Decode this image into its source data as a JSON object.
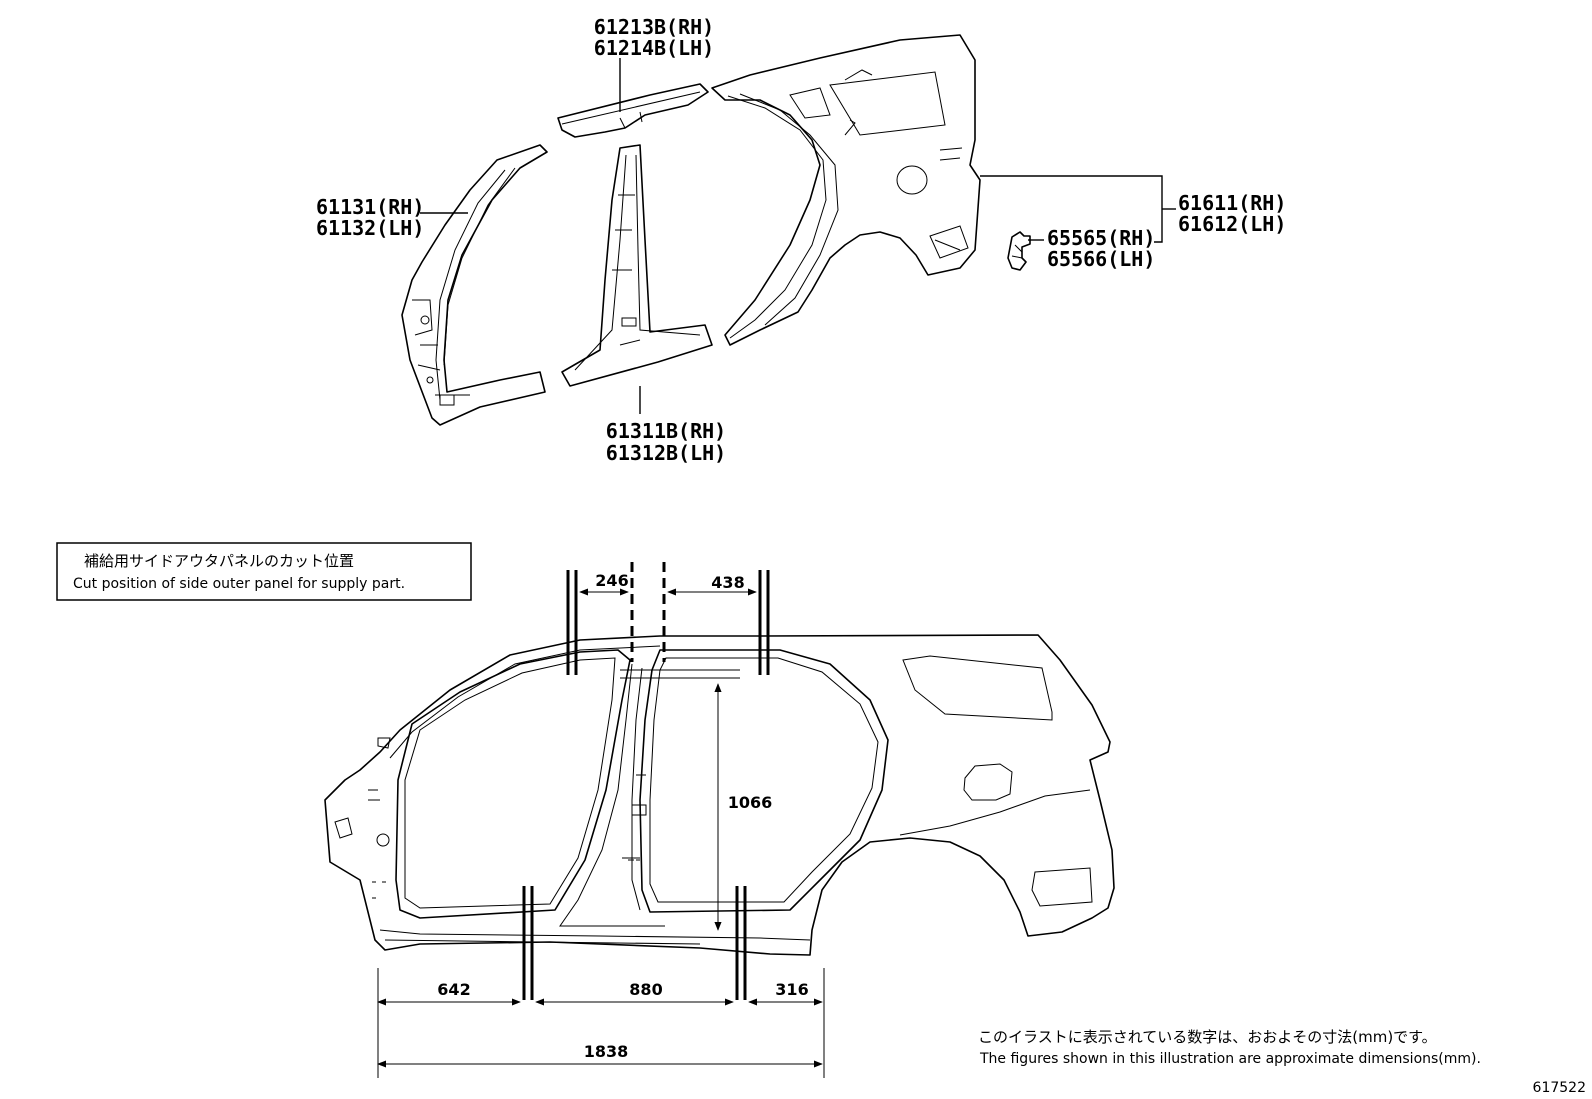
{
  "parts": {
    "roof_rail": [
      "61213B(RH)",
      "61214B(LH)"
    ],
    "front_pillar": [
      "61131(RH)",
      "61132(LH)"
    ],
    "center_pillar": [
      "61311B(RH)",
      "61312B(LH)"
    ],
    "quarter_panel": [
      "61611(RH)",
      "61612(LH)"
    ],
    "bracket": [
      "65565(RH)",
      "65566(LH)"
    ]
  },
  "cut_box": {
    "jp": "補給用サイドアウタパネルのカット位置",
    "en": "Cut position of side outer panel for supply part."
  },
  "dimensions": {
    "d246": "246",
    "d438": "438",
    "d1066": "1066",
    "d642": "642",
    "d880": "880",
    "d316": "316",
    "d1838": "1838"
  },
  "note": {
    "jp": "このイラストに表示されている数字は、おおよその寸法(mm)です。",
    "en": "The figures shown in this illustration are approximate dimensions(mm)."
  },
  "figure_id": "617522"
}
